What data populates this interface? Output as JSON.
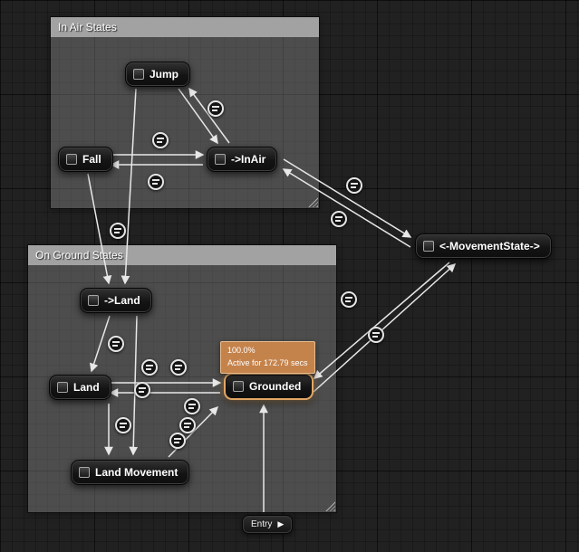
{
  "comments": [
    {
      "title": "In Air States"
    },
    {
      "title": "On Ground States"
    }
  ],
  "states": [
    {
      "id": "jump",
      "label": "Jump"
    },
    {
      "id": "fall",
      "label": "Fall"
    },
    {
      "id": "in-air",
      "label": "->InAir"
    },
    {
      "id": "movement-state",
      "label": "<-MovementState->"
    },
    {
      "id": "to-land",
      "label": "->Land"
    },
    {
      "id": "land",
      "label": "Land"
    },
    {
      "id": "grounded",
      "label": "Grounded"
    },
    {
      "id": "land-movement",
      "label": "Land Movement"
    }
  ],
  "entry": {
    "label": "Entry"
  },
  "active_state_tooltip": {
    "weight": "100.0%",
    "duration": "Active for 172.79 secs"
  },
  "colors": {
    "background": "#212121",
    "comment_header": "#aaaaaa",
    "comment_body": "rgba(150,150,150,0.38)",
    "node_background": "#141414",
    "active_border": "#e2a765",
    "tooltip_background": "#cb864c",
    "wire": "#e8e8e8"
  }
}
